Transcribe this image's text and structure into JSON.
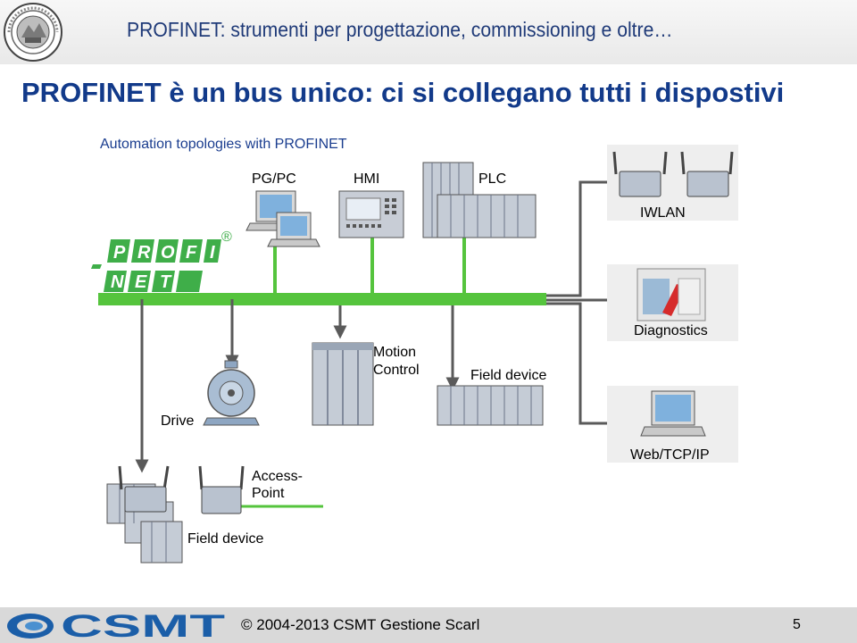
{
  "header": {
    "title": "PROFINET: strumenti per progettazione, commissioning e oltre…",
    "seal_icon": "university-seal-icon"
  },
  "slide": {
    "title": "PROFINET è un bus unico: ci si collegano tutti i dispostivi"
  },
  "diagram": {
    "heading": "Automation topologies with PROFINET",
    "logo": {
      "top": "PROFI",
      "bottom": "NET",
      "registered": "®"
    },
    "labels": {
      "pg_pc": "PG/PC",
      "hmi": "HMI",
      "plc": "PLC",
      "iwlan": "IWLAN",
      "diagnostics": "Diagnostics",
      "motion_control": "Motion\nControl",
      "motion_line1": "Motion",
      "motion_line2": "Control",
      "field_device_right": "Field device",
      "drive": "Drive",
      "web": "Web/TCP/IP",
      "access_line1": "Access-",
      "access_line2": "Point",
      "field_device_left": "Field device"
    },
    "colors": {
      "bus_green": "#55c43d",
      "cable_gray": "#5a5a5a",
      "device_blue": "#6f8fb8",
      "panel_bg": "#eeeeee"
    }
  },
  "footer": {
    "logo_text": "CSMT",
    "copyright": "© 2004-2013 CSMT Gestione Scarl",
    "page": "5"
  }
}
